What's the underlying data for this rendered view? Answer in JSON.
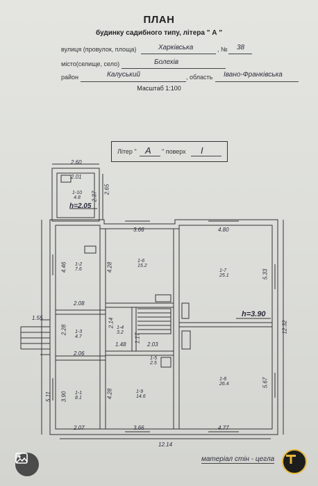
{
  "header": {
    "title": "ПЛАН",
    "subtitle": "будинку садибного типу, літера \" А \"",
    "street_label": "вулиця (провулок, площа)",
    "street_value": "Харківська",
    "number_label": ", №",
    "number_value": "38",
    "city_label": "місто(селище, село)",
    "city_value": "Болехів",
    "district_label": "район",
    "district_value": "Калуський",
    "oblast_label": ", область",
    "oblast_value": "Івано-Франківська",
    "scale": "Масштаб 1:100"
  },
  "liter_box": {
    "liter_label": "Літер \"",
    "liter_value": "А",
    "floor_label": "\" поверх",
    "floor_value": "І"
  },
  "plan": {
    "dims": {
      "d260": "2.60",
      "d201": "2.01",
      "d237": "2.37",
      "d265": "2.65",
      "h205": "h=2.05",
      "d366a": "3.66",
      "d480": "4.80",
      "d446": "4.46",
      "d428a": "4.28",
      "d533": "5.33",
      "d208": "2.08",
      "d155": "1.55",
      "d228": "2.28",
      "d214": "2.14",
      "d117": "1.17",
      "d203": "2.03",
      "h390": "h=3.90",
      "d1232": "12.32",
      "d148": "1.48",
      "d206": "2.06",
      "d511": "5.11",
      "d390": "3.90",
      "d428b": "4.28",
      "d567": "5.67",
      "d207": "2.07",
      "d366b": "3.66",
      "d477": "4.77",
      "d1214": "12.14"
    },
    "rooms": [
      {
        "num": "1-10",
        "area": "4.8"
      },
      {
        "num": "1-2",
        "area": "7.6"
      },
      {
        "num": "1-6",
        "area": "15.2"
      },
      {
        "num": "1-7",
        "area": "25.1"
      },
      {
        "num": "1-3",
        "area": "4.7"
      },
      {
        "num": "1-4",
        "area": "3.2"
      },
      {
        "num": "1-5",
        "area": "2.5"
      },
      {
        "num": "1-1",
        "area": "8.1"
      },
      {
        "num": "1-9",
        "area": "14.6"
      },
      {
        "num": "1-8",
        "area": "26.4"
      }
    ],
    "material": "матеріал стін - цегла"
  },
  "icons": [
    "gallery-icon",
    "app-logo-icon"
  ]
}
